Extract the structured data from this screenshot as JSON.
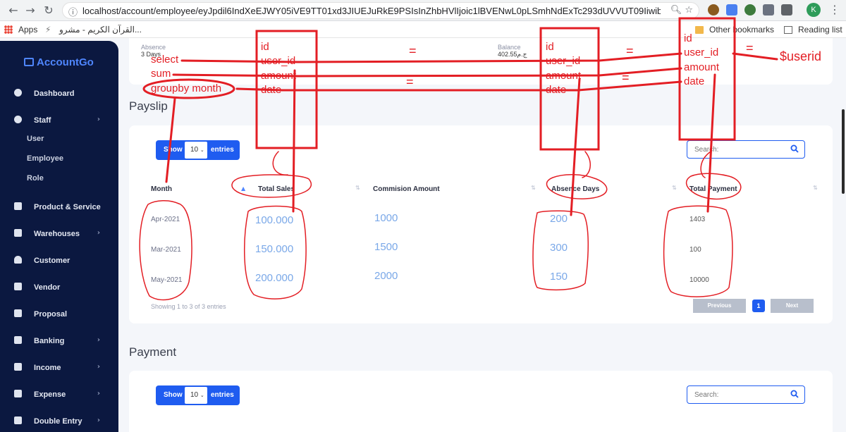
{
  "browser": {
    "url": "localhost/account/employee/eyJpdil6IndXeEJWY05iVE9TT01xd3JIUEJuRkE9PSIsInZhbHVlIjoic1lBVENwL0pLSmhNdExTc293dUVVUT09IiwibWFjIjoiM...",
    "profile_initial": "K",
    "bookmarks": {
      "apps": "Apps",
      "quran": "القرآن الكريم - مشرو...",
      "other": "Other bookmarks",
      "reading_list": "Reading list"
    }
  },
  "sidebar": {
    "brand": "AccountGo",
    "items": [
      {
        "label": "Dashboard",
        "icon": "dashboard-icon",
        "has_children": false
      },
      {
        "label": "Staff",
        "icon": "staff-icon",
        "has_children": true
      },
      {
        "label": "Product & Service",
        "icon": "cart-icon",
        "has_children": false
      },
      {
        "label": "Warehouses",
        "icon": "warehouse-icon",
        "has_children": true
      },
      {
        "label": "Customer",
        "icon": "customer-icon",
        "has_children": false
      },
      {
        "label": "Vendor",
        "icon": "vendor-icon",
        "has_children": false
      },
      {
        "label": "Proposal",
        "icon": "proposal-icon",
        "has_children": false
      },
      {
        "label": "Banking",
        "icon": "bank-icon",
        "has_children": true
      },
      {
        "label": "Income",
        "icon": "income-icon",
        "has_children": true
      },
      {
        "label": "Expense",
        "icon": "expense-icon",
        "has_children": true
      },
      {
        "label": "Double Entry",
        "icon": "scale-icon",
        "has_children": true
      }
    ],
    "staff_children": [
      "User",
      "Employee",
      "Role"
    ]
  },
  "summary": {
    "absence_label": "Absence",
    "absence_value": "3 Days",
    "balance_label": "Balance",
    "balance_value": "402.55ج.م"
  },
  "payslip": {
    "title": "Payslip",
    "show_label": "Show",
    "entries_value": "10",
    "entries_label": "entries",
    "search_placeholder": "Search:",
    "columns": [
      "Month",
      "Total Sales",
      "Commision Amount",
      "Absence Days",
      "Total Payment"
    ],
    "rows": [
      {
        "month": "Apr-2021",
        "total_sales": "100.000",
        "commission": "1000",
        "absence": "200",
        "payment": "1403"
      },
      {
        "month": "Mar-2021",
        "total_sales": "150.000",
        "commission": "1500",
        "absence": "300",
        "payment": "100"
      },
      {
        "month": "May-2021",
        "total_sales": "200.000",
        "commission": "2000",
        "absence": "150",
        "payment": "10000"
      }
    ],
    "info": "Showing 1 to 3 of 3 entries",
    "pagination": {
      "previous": "Previous",
      "page": "1",
      "next": "Next"
    }
  },
  "payment": {
    "title": "Payment",
    "show_label": "Show",
    "entries_value": "10",
    "entries_label": "entries",
    "search_placeholder": "Search:"
  },
  "annotations": {
    "table1": [
      "id",
      "user_id",
      "amount",
      "date"
    ],
    "table2": [
      "id",
      "user_id",
      "amount",
      "date"
    ],
    "table3": [
      "id",
      "user_id",
      "amount",
      "date"
    ],
    "ops": [
      "select",
      "sum",
      "groupby month"
    ],
    "equals": "=",
    "userid": "$userid",
    "color": "#e31e24"
  }
}
